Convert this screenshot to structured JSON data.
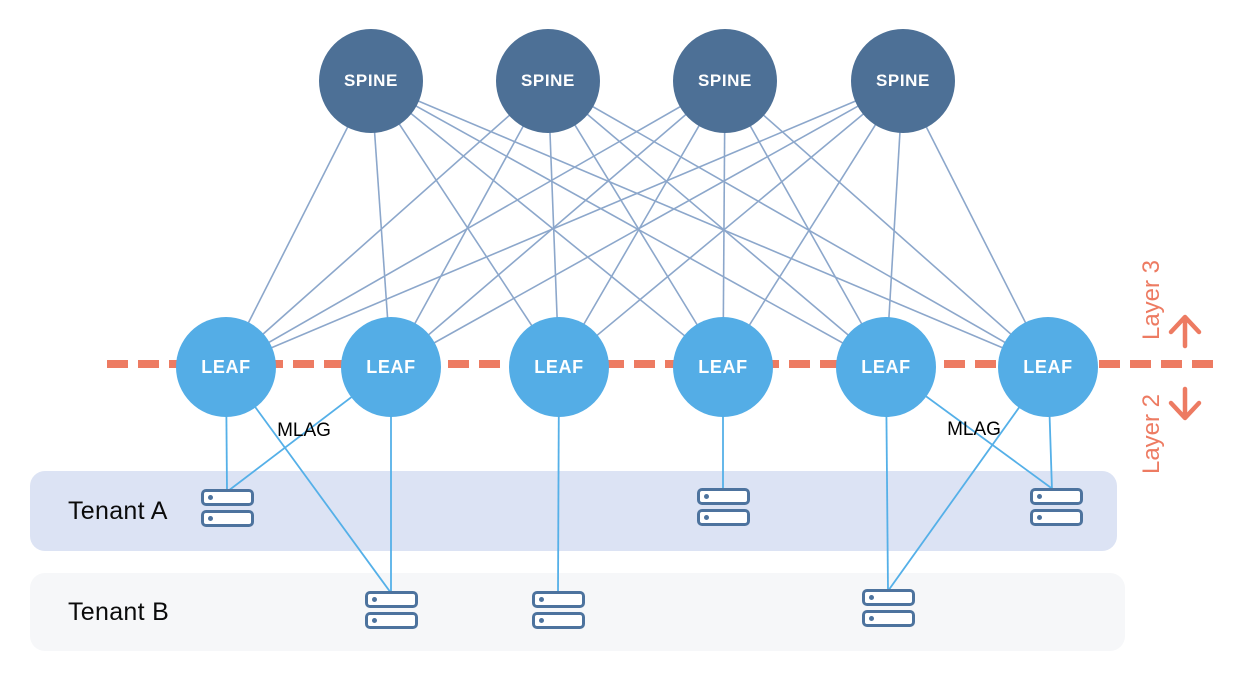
{
  "diagram": {
    "type": "spine-leaf data center network topology",
    "spines": [
      {
        "label": "SPINE"
      },
      {
        "label": "SPINE"
      },
      {
        "label": "SPINE"
      },
      {
        "label": "SPINE"
      }
    ],
    "leaves": [
      {
        "label": "LEAF"
      },
      {
        "label": "LEAF"
      },
      {
        "label": "LEAF"
      },
      {
        "label": "LEAF"
      },
      {
        "label": "LEAF"
      },
      {
        "label": "LEAF"
      }
    ],
    "mlag_labels": [
      "MLAG",
      "MLAG"
    ],
    "layer_boundary": {
      "above_label": "Layer 3",
      "below_label": "Layer 2",
      "style": "horizontal dashed line through the leaf layer"
    },
    "tenants": [
      {
        "label": "Tenant A",
        "server_count": 3
      },
      {
        "label": "Tenant B",
        "server_count": 3
      }
    ],
    "topology": {
      "spine_leaf": "full mesh: every spine connects to every leaf (24 links)",
      "mlag_pairs": [
        [
          "leaf-1",
          "leaf-2"
        ],
        [
          "leaf-5",
          "leaf-6"
        ]
      ],
      "leaf_server_links": [
        "leaf-1 to tenant-a-server-1",
        "leaf-1 to tenant-b-server-1",
        "leaf-2 to tenant-a-server-1",
        "leaf-2 to tenant-b-server-1",
        "leaf-3 to tenant-b-server-2",
        "leaf-4 to tenant-a-server-2",
        "leaf-5 to tenant-b-server-3",
        "leaf-5 to tenant-a-server-3",
        "leaf-6 to tenant-a-server-3",
        "leaf-6 to tenant-b-server-3"
      ]
    },
    "colors": {
      "spine_fill": "#4d7096",
      "leaf_fill": "#54ade6",
      "spine_leaf_link": "#8ca7cb",
      "leaf_server_link": "#55b0e8",
      "layer_boundary": "#ed7b62",
      "server_icon": "#4d739e",
      "tenant_a_band": "#dce3f4",
      "tenant_b_band": "#f6f7f9"
    }
  }
}
